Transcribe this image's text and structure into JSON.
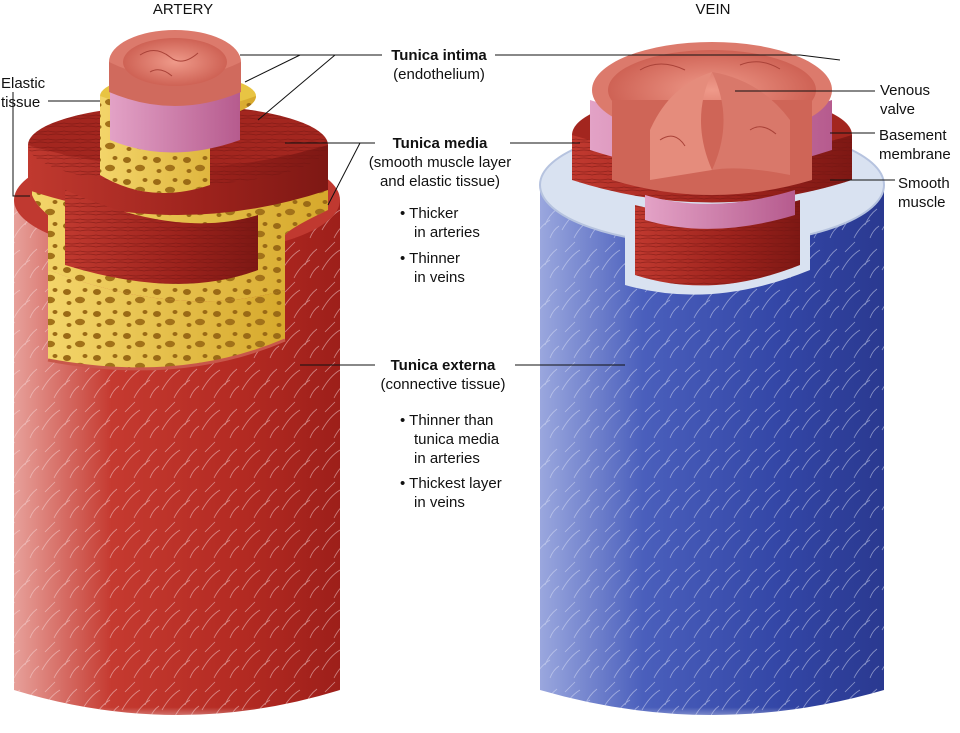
{
  "titles": {
    "artery": "ARTERY",
    "vein": "VEIN"
  },
  "labels": {
    "elastic_tissue": [
      "Elastic",
      "tissue"
    ],
    "tunica_intima": {
      "name": "Tunica intima",
      "desc": "(endothelium)"
    },
    "tunica_media": {
      "name": "Tunica media",
      "desc1": "(smooth muscle layer",
      "desc2": "and elastic tissue)",
      "bullets": [
        [
          "Thicker",
          "in arteries"
        ],
        [
          "Thinner",
          "in veins"
        ]
      ]
    },
    "tunica_externa": {
      "name": "Tunica externa",
      "desc": "(connective tissue)",
      "bullets": [
        [
          "Thinner than",
          "tunica media",
          "in arteries"
        ],
        [
          "Thickest layer",
          "in veins"
        ]
      ]
    },
    "venous_valve": [
      "Venous",
      "valve"
    ],
    "basement_membrane": [
      "Basement",
      "membrane"
    ],
    "smooth_muscle": [
      "Smooth",
      "muscle"
    ]
  },
  "colors": {
    "artery_externa": "#b32a22",
    "muscle": "#a3261f",
    "elastic": "#e8c443",
    "basement": "#c4739f",
    "intima": "#e07a6b",
    "vein_externa": "#3a4fae",
    "vein_rim": "#d9e2f1"
  }
}
